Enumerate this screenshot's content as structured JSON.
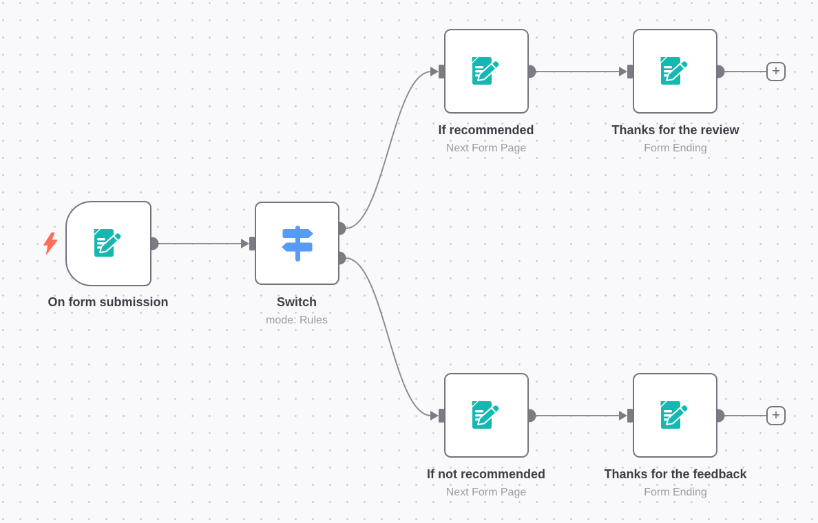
{
  "workflow": {
    "nodes": [
      {
        "id": "on-form-submission",
        "label": "On form submission",
        "subtitle": ""
      },
      {
        "id": "switch",
        "label": "Switch",
        "subtitle": "mode: Rules"
      },
      {
        "id": "if-recommended",
        "label": "If recommended",
        "subtitle": "Next Form Page"
      },
      {
        "id": "thanks-for-the-review",
        "label": "Thanks for the review",
        "subtitle": "Form Ending"
      },
      {
        "id": "if-not-recommended",
        "label": "If not recommended",
        "subtitle": "Next Form Page"
      },
      {
        "id": "thanks-for-the-feedback",
        "label": "Thanks for the feedback",
        "subtitle": "Form Ending"
      }
    ],
    "add_button_label": "+"
  },
  "icons": {
    "trigger": "lightning-bolt-icon",
    "form_nodes": "form-document-pencil-icon",
    "switch_node": "signpost-icon",
    "add": "plus-icon"
  },
  "colors": {
    "canvas_background": "#f9f9fb",
    "grid_dot": "#c7c7d1",
    "node_border": "#74747d",
    "node_background": "#ffffff",
    "connector_line": "#8c8c93",
    "endpoint_gray": "#7b7b84",
    "node_title": "#3d3d46",
    "node_subtitle": "#9b9ba3",
    "form_icon_teal": "#15b8b0",
    "switch_icon_blue": "#579bf7",
    "trigger_bolt_coral": "#ff6d5a"
  }
}
